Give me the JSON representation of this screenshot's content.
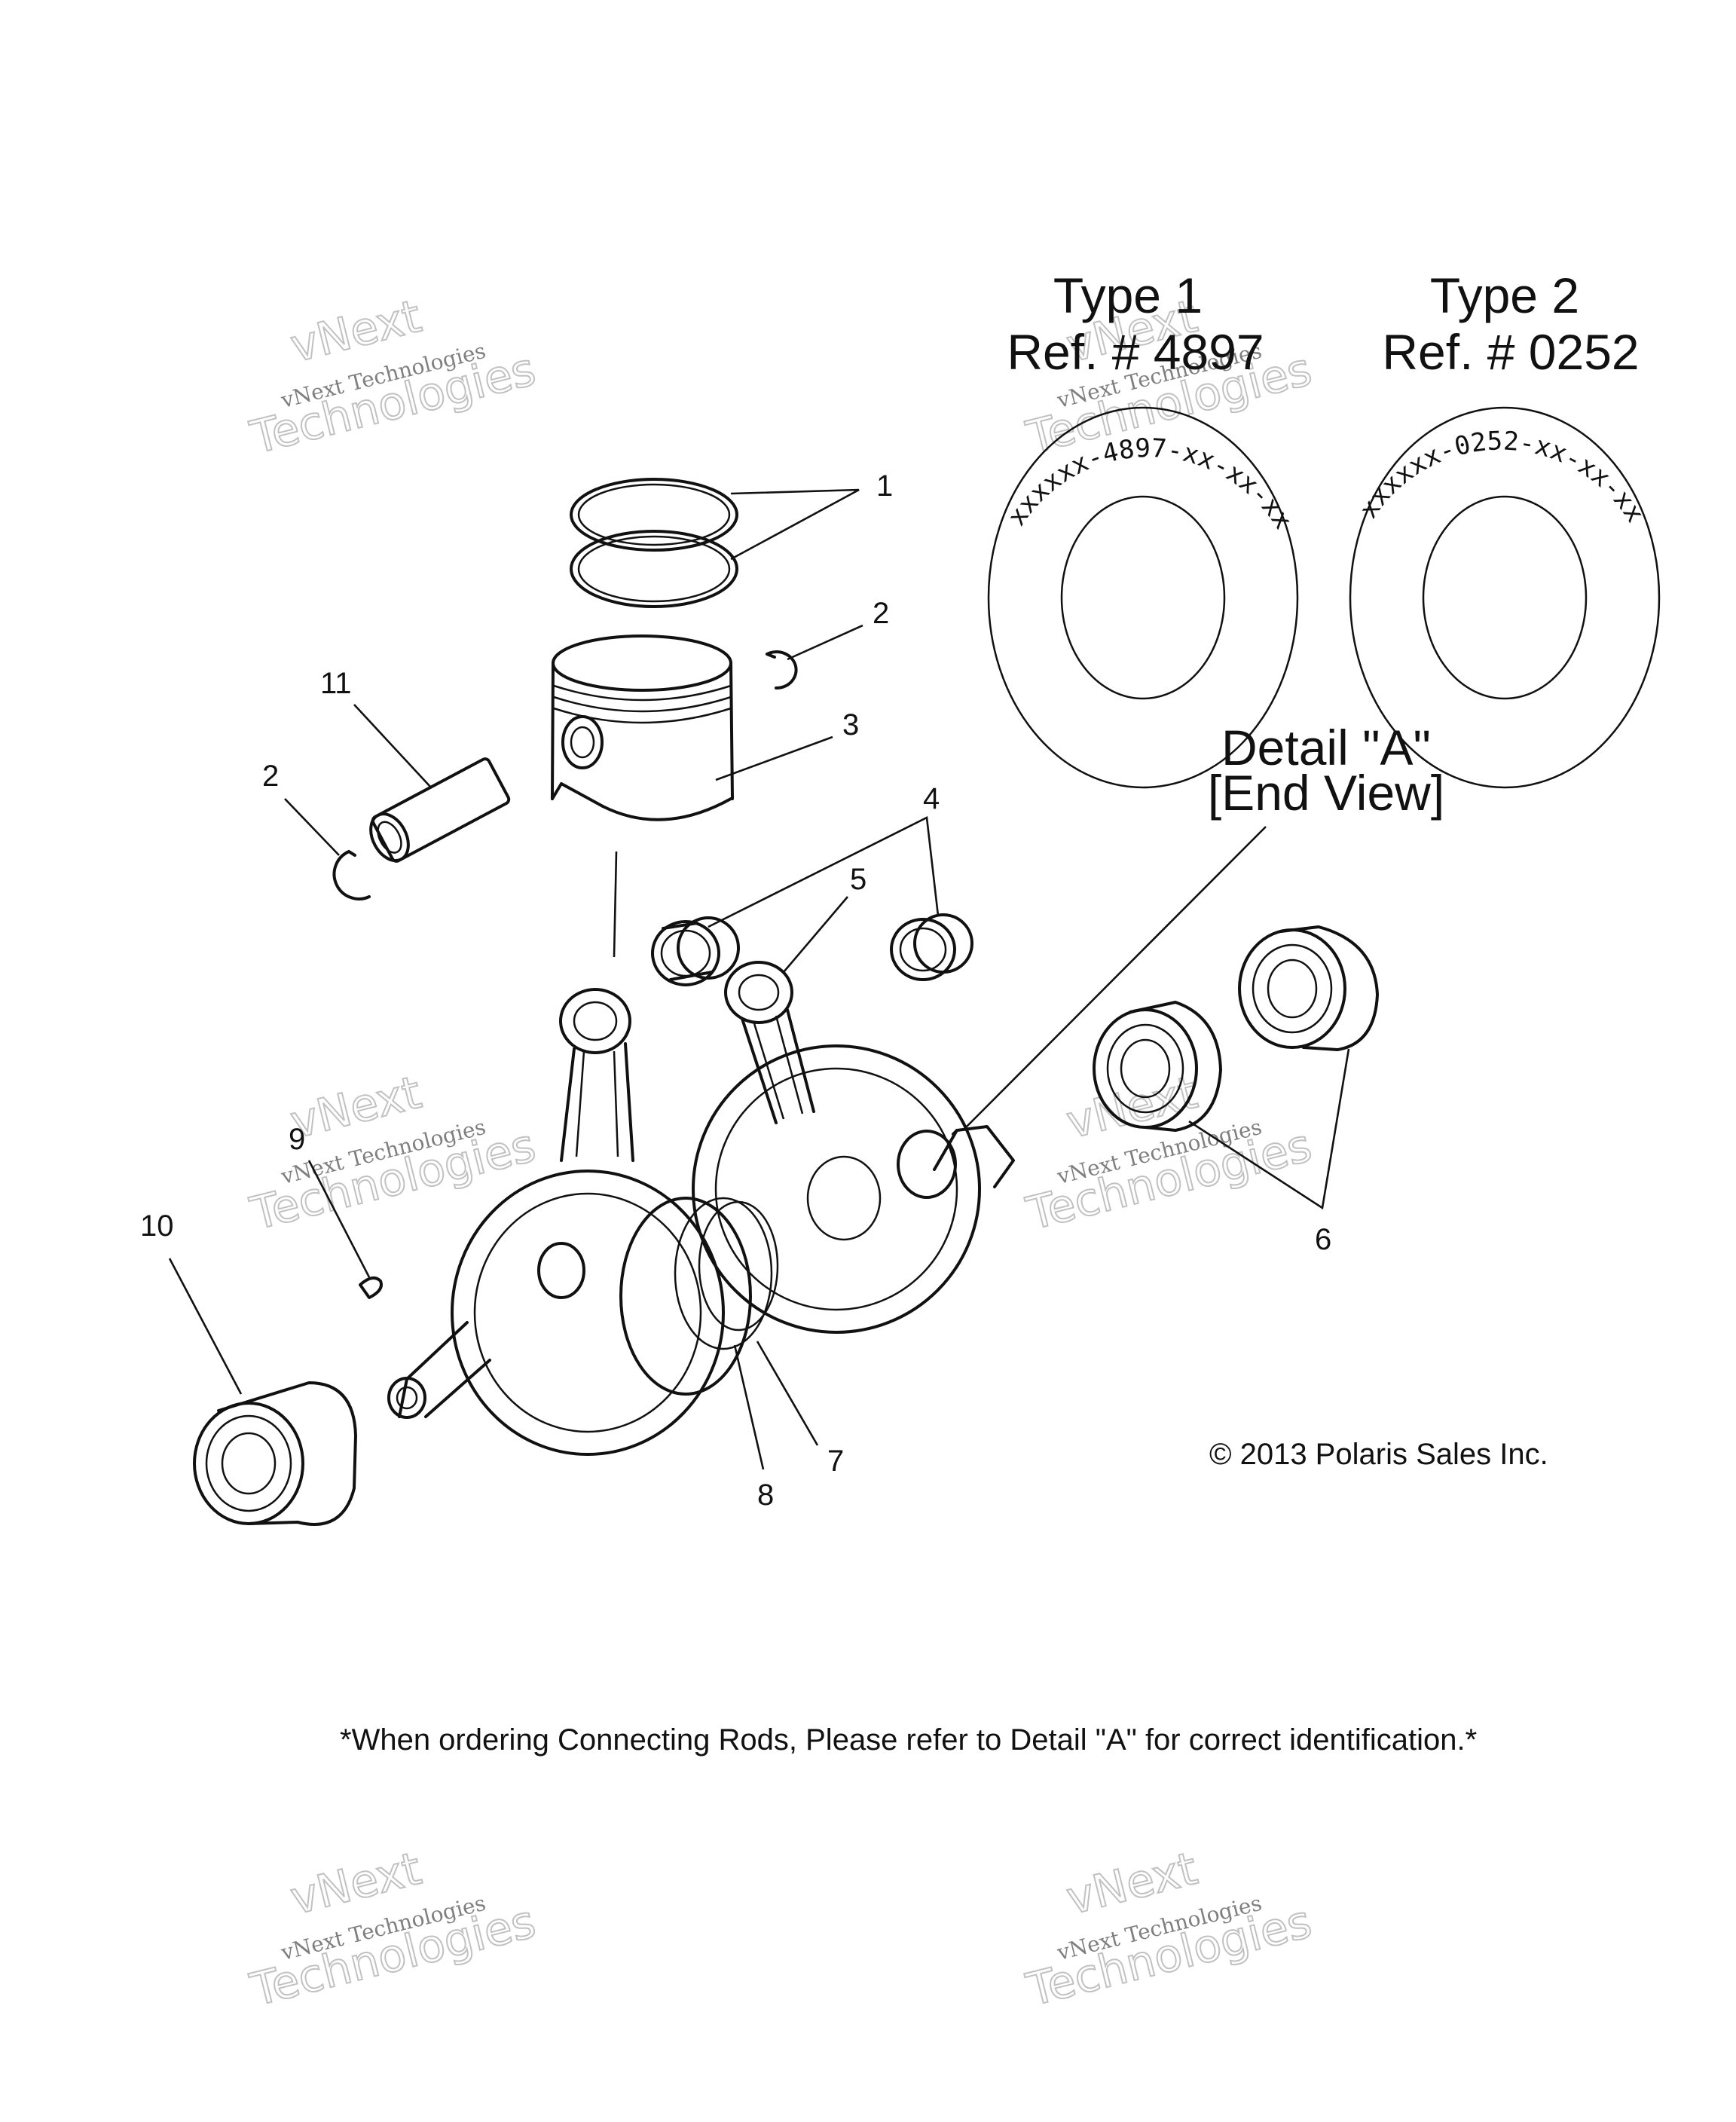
{
  "callouts": {
    "c1": "1",
    "c2a": "2",
    "c2b": "2",
    "c3": "3",
    "c4": "4",
    "c5": "5",
    "c6": "6",
    "c7": "7",
    "c8": "8",
    "c9": "9",
    "c10": "10",
    "c11": "11"
  },
  "detail_a": {
    "title_line1": "Detail \"A\"",
    "title_line2": "[End View]",
    "type1": {
      "label": "Type 1",
      "ref": "Ref. # 4897",
      "stamp": "xxxxxx-4897-xx-xx-xx"
    },
    "type2": {
      "label": "Type 2",
      "ref": "Ref. # 0252",
      "stamp": "xxxxxx-0252-xx-xx-xx"
    }
  },
  "copyright": "© 2013 Polaris Sales Inc.",
  "footnote": "*When ordering Connecting Rods, Please refer to Detail \"A\" for correct identification.*",
  "watermark": {
    "line1": "vNext Technologies",
    "line2": "vNext",
    "line3": "Technologies"
  }
}
